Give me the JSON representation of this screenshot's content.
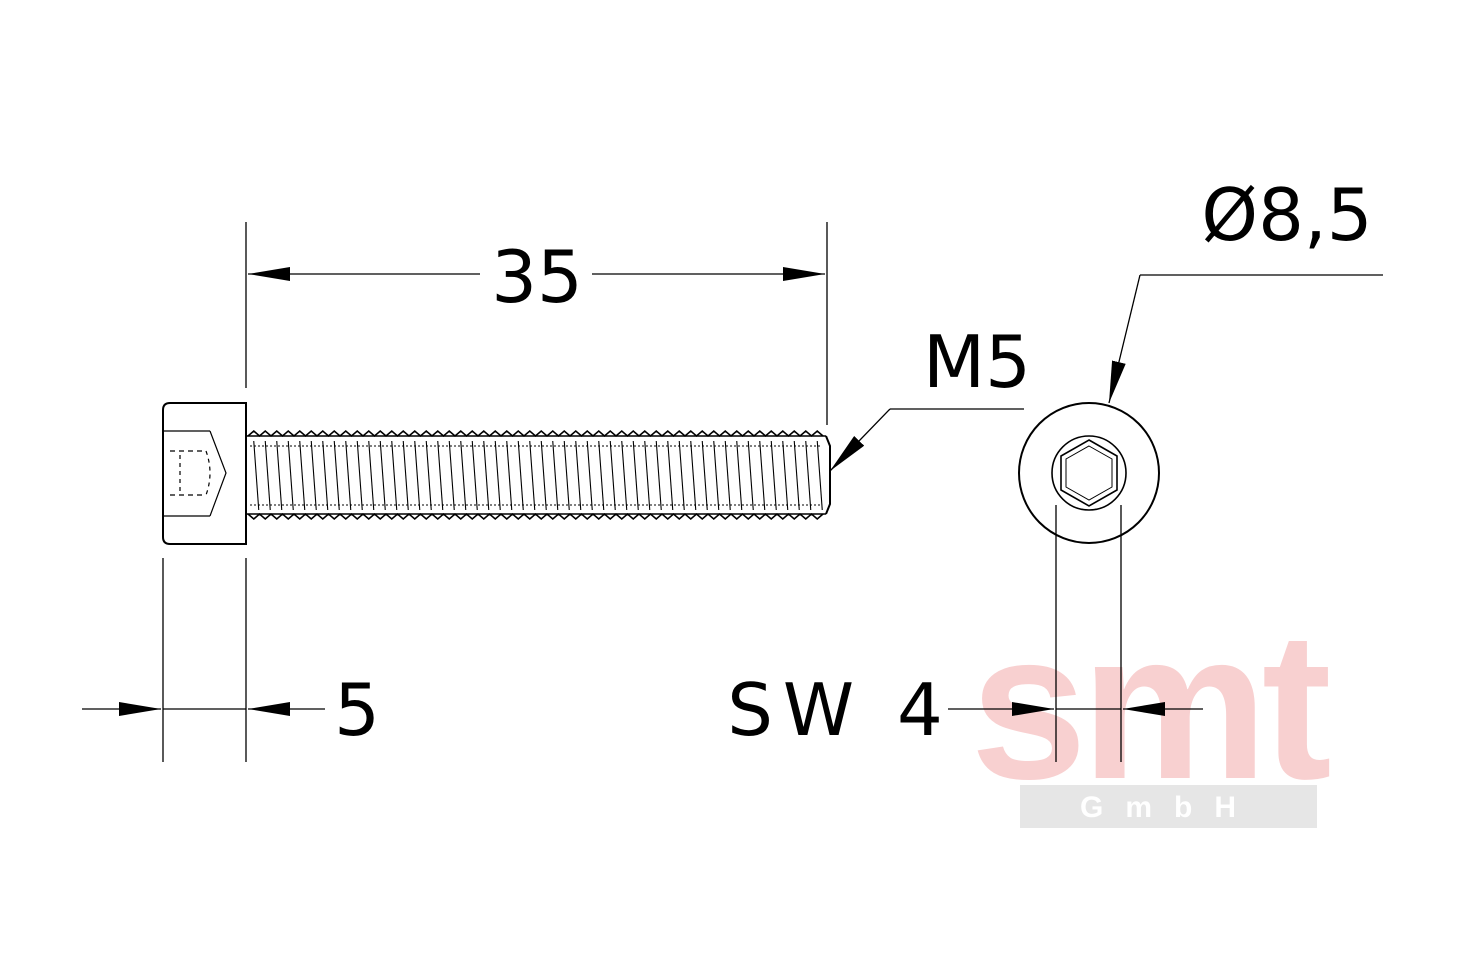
{
  "dimensions": {
    "length": "35",
    "thread": "M5",
    "head_diameter": "Ø8,5",
    "head_height": "5",
    "wrench_size": "SW 4"
  },
  "watermark": {
    "logo": "smt",
    "sub": "GmbH",
    "logo_color": "#f8d0d0",
    "bar_color": "#e6e6e6",
    "sub_color": "#ffffff"
  },
  "colors": {
    "line": "#000000",
    "background": "#ffffff"
  }
}
